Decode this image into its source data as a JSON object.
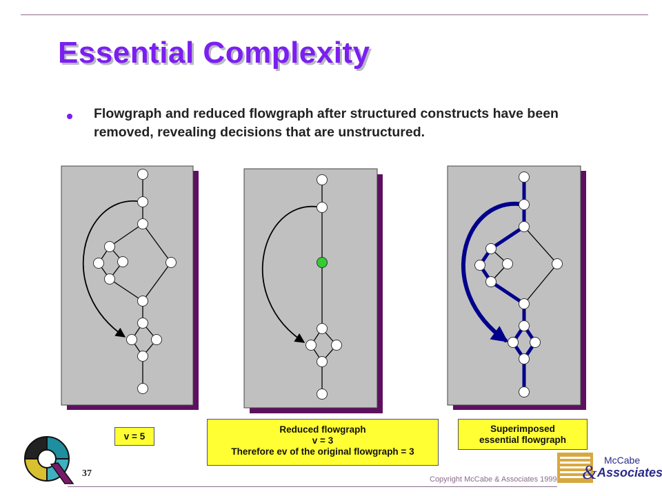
{
  "slide": {
    "title": "Essential Complexity",
    "bullet": "Flowgraph and reduced flowgraph after structured constructs have been removed, revealing decisions that are unstructured.",
    "page_number": "37",
    "copyright": "Copyright McCabe & Associates 1999"
  },
  "labels": {
    "original": "v = 5",
    "reduced": [
      "Reduced flowgraph",
      "v = 3",
      "Therefore ev of the original flowgraph = 3"
    ],
    "superimposed": [
      "Superimposed",
      "essential flowgraph"
    ]
  },
  "brand": {
    "line1": "McCabe",
    "line2": "Associates"
  },
  "colors": {
    "title": "#7b1ff0",
    "panel": "#c0c0c0",
    "panel_shadow": "#5e1060",
    "essential_path": "#00008b",
    "highlight_node": "#33cc33",
    "label_fill": "#ffff33"
  }
}
